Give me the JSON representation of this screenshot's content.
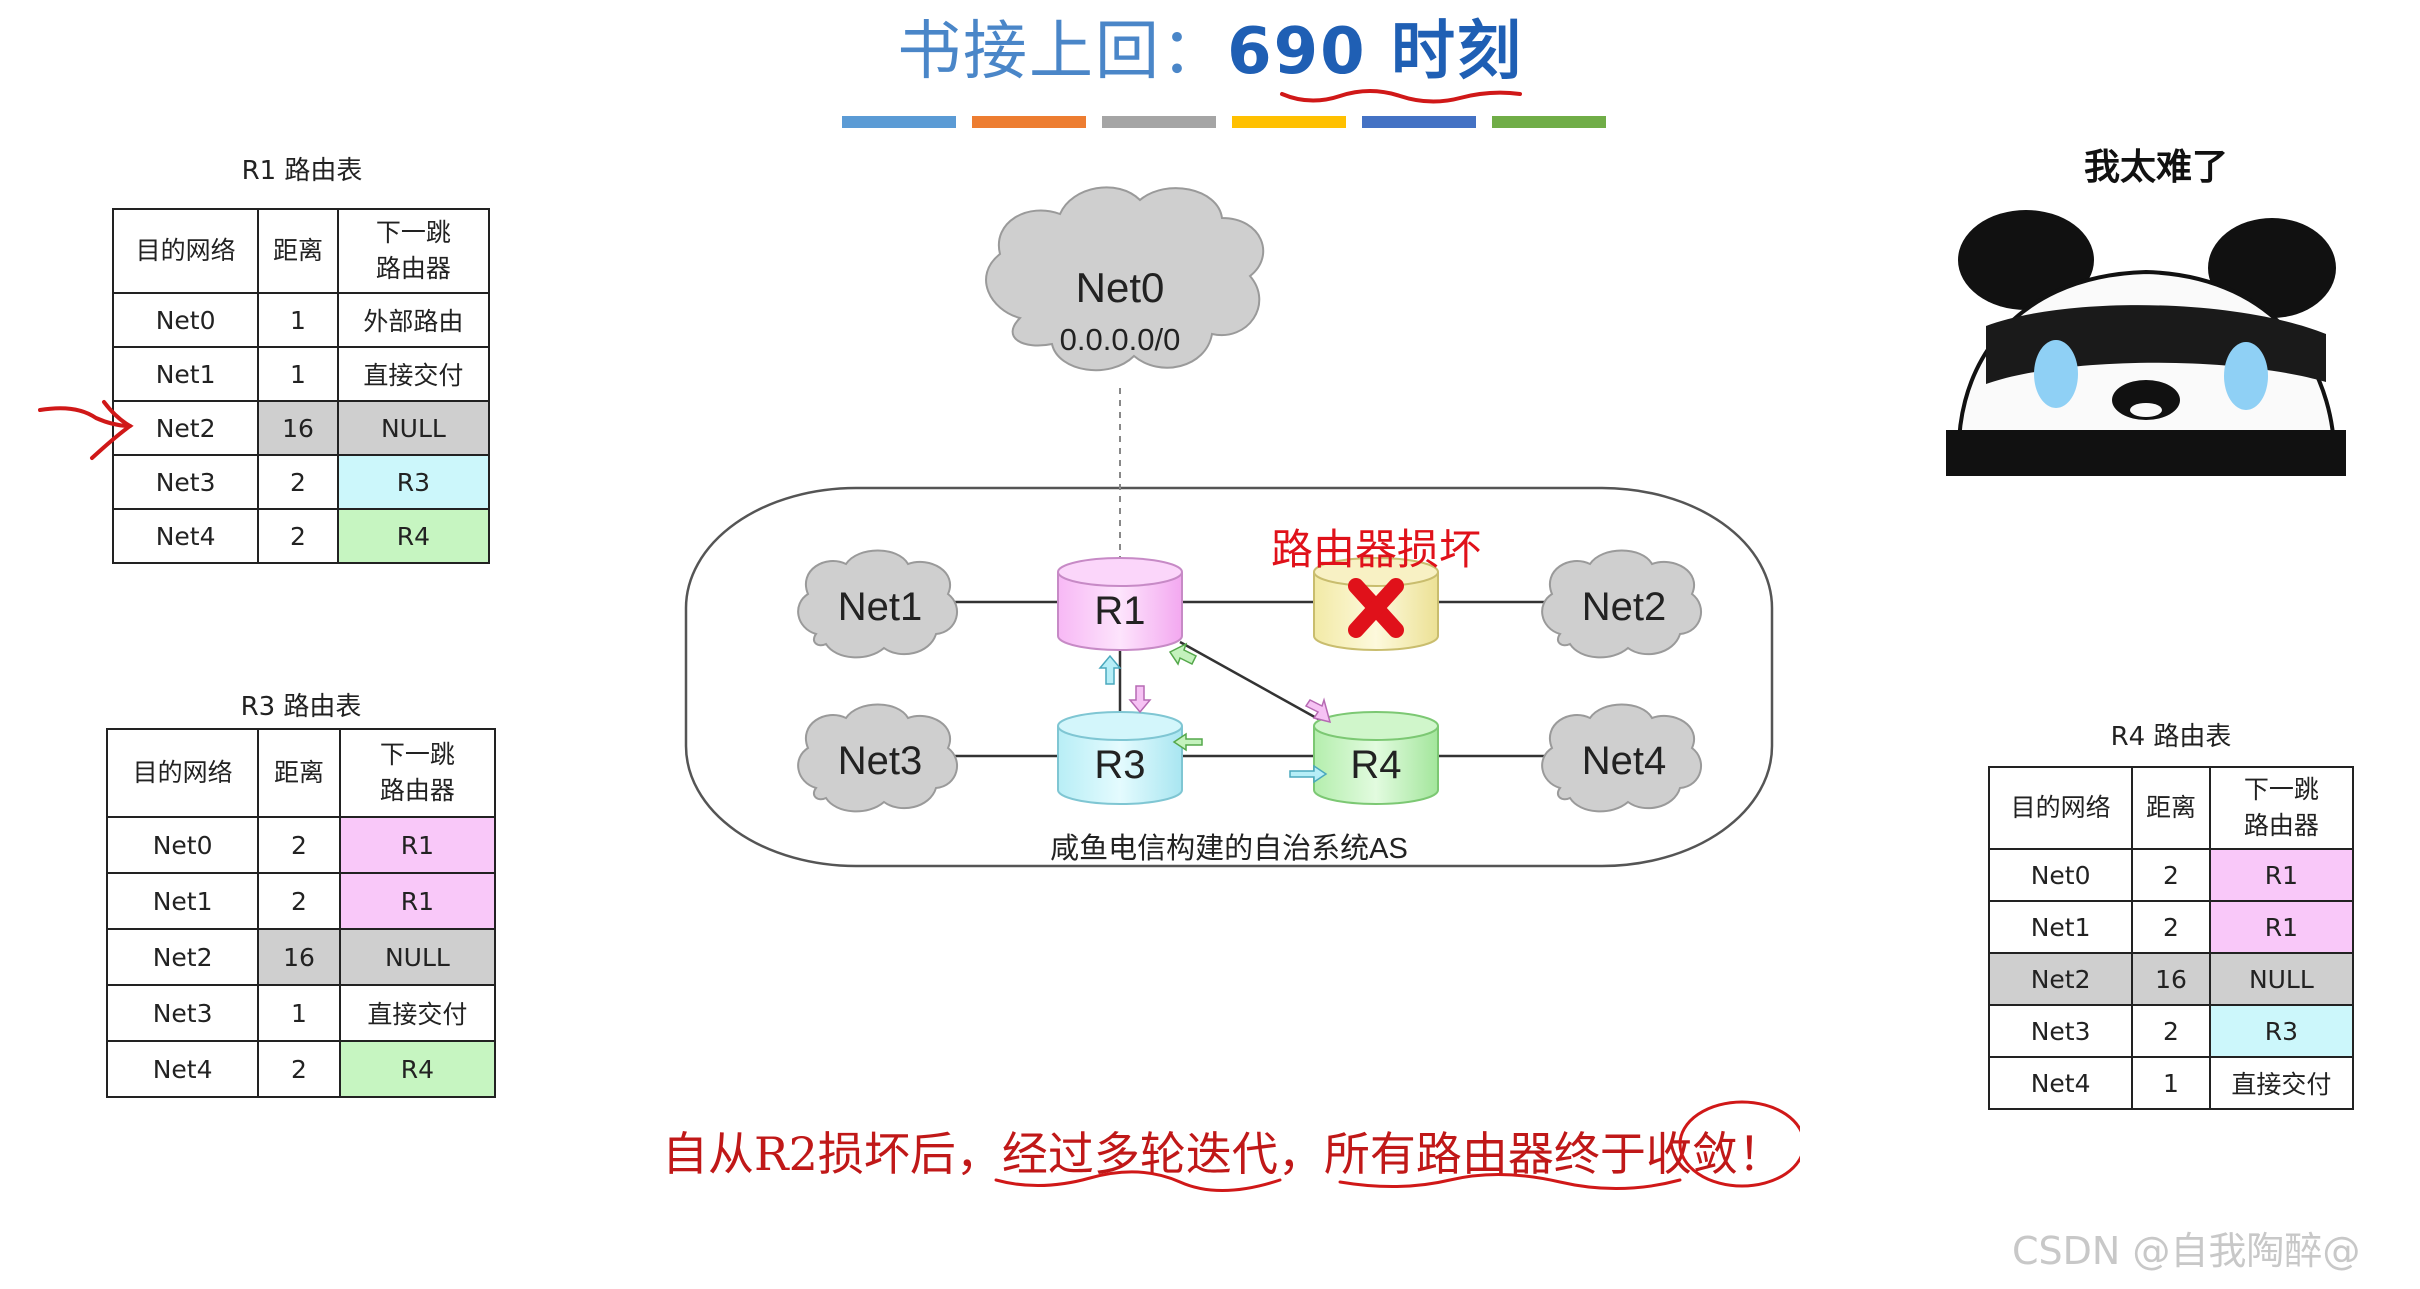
{
  "title": {
    "prefix": "书接上回：",
    "highlight": "690 时刻"
  },
  "color_bars": [
    "#5b9bd5",
    "#ed7d31",
    "#a5a5a5",
    "#ffc000",
    "#4472c4",
    "#70ad47"
  ],
  "columns": {
    "dest": "目的网络",
    "dist": "距离",
    "hop_l1": "下一跳",
    "hop_l2": "路由器"
  },
  "r1_table": {
    "caption": "R1 路由表",
    "rows": [
      {
        "net": "Net0",
        "dist": "1",
        "hop": "外部路由"
      },
      {
        "net": "Net1",
        "dist": "1",
        "hop": "直接交付"
      },
      {
        "net": "Net2",
        "dist": "16",
        "hop": "NULL"
      },
      {
        "net": "Net3",
        "dist": "2",
        "hop": "R3"
      },
      {
        "net": "Net4",
        "dist": "2",
        "hop": "R4"
      }
    ]
  },
  "r3_table": {
    "caption": "R3 路由表",
    "rows": [
      {
        "net": "Net0",
        "dist": "2",
        "hop": "R1"
      },
      {
        "net": "Net1",
        "dist": "2",
        "hop": "R1"
      },
      {
        "net": "Net2",
        "dist": "16",
        "hop": "NULL"
      },
      {
        "net": "Net3",
        "dist": "1",
        "hop": "直接交付"
      },
      {
        "net": "Net4",
        "dist": "2",
        "hop": "R4"
      }
    ]
  },
  "r4_table": {
    "caption": "R4 路由表",
    "rows": [
      {
        "net": "Net0",
        "dist": "2",
        "hop": "R1"
      },
      {
        "net": "Net1",
        "dist": "2",
        "hop": "R1"
      },
      {
        "net": "Net2",
        "dist": "16",
        "hop": "NULL"
      },
      {
        "net": "Net3",
        "dist": "2",
        "hop": "R3"
      },
      {
        "net": "Net4",
        "dist": "1",
        "hop": "直接交付"
      }
    ]
  },
  "diagram": {
    "net0": "Net0",
    "net0_addr": "0.0.0.0/0",
    "net1": "Net1",
    "net2": "Net2",
    "net3": "Net3",
    "net4": "Net4",
    "r1": "R1",
    "r3": "R3",
    "r4": "R4",
    "broken_label": "路由器损坏",
    "as_label": "咸鱼电信构建的自治系统AS"
  },
  "panda": {
    "caption": "我太难了"
  },
  "bottom_text": "自从R2损坏后，经过多轮迭代，所有路由器终于收敛！",
  "watermark": "CSDN @自我陶醉@"
}
